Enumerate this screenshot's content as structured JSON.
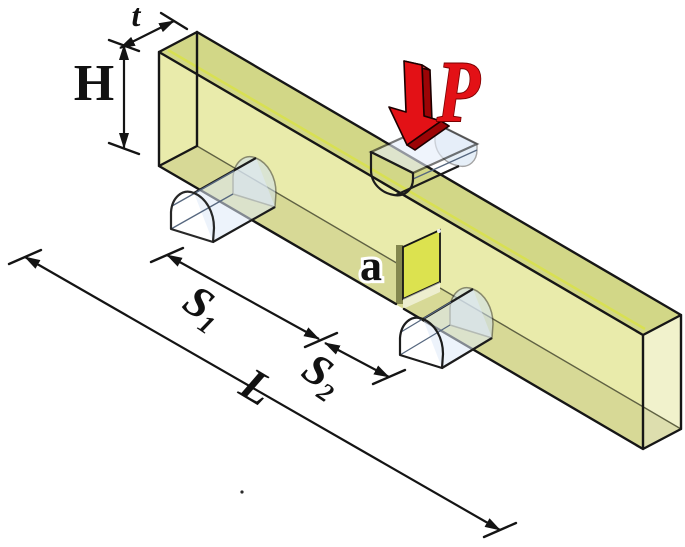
{
  "figure": {
    "labels": {
      "thickness": "t",
      "height": "H",
      "load": "P",
      "notch": "a"
    },
    "dims": {
      "s1_main": "S",
      "s1_sub": "1",
      "s2_main": "S",
      "s2_sub": "2",
      "span": "L"
    },
    "colors": {
      "beam_front": "#e9ebab",
      "beam_top": "#d2d787",
      "beam_end": "#eff1c6",
      "notch_face": "#dce24f",
      "roller_fill": "#eaf2fc",
      "roller_fill_back": "#cfe0f3",
      "load_red": "#e31116",
      "load_red_dark": "#9c0406",
      "load_red_light": "#f4595b",
      "outline": "#161616"
    }
  }
}
